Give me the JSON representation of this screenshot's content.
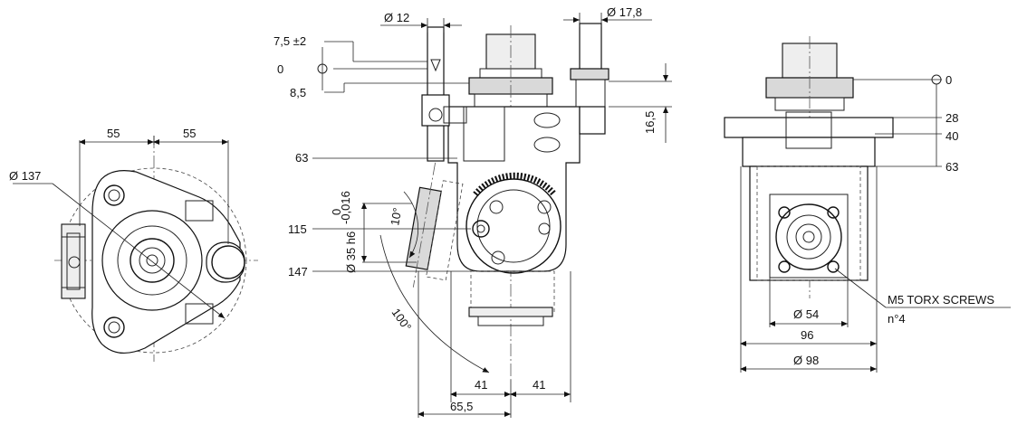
{
  "left_view": {
    "dim_left": "55",
    "dim_right": "55",
    "dim_diameter": "Ø 137"
  },
  "middle_view": {
    "dim_top_bore": "Ø 12",
    "dim_rod": "Ø 17,8",
    "dim_offset": "7,5 ±2",
    "dim_zero": "0",
    "dim_8_5": "8,5",
    "dim_16_5": "16,5",
    "dim_63": "63",
    "dim_115": "115",
    "dim_147": "147",
    "dim_shaft": "Ø 35 h6",
    "dim_tol_upper": "0",
    "dim_tol_lower": "-0,016",
    "dim_angle_small": "10°",
    "dim_angle_large": "100°",
    "dim_41_left": "41",
    "dim_41_right": "41",
    "dim_65_5": "65,5"
  },
  "right_view": {
    "dim_0": "0",
    "dim_28": "28",
    "dim_40": "40",
    "dim_63": "63",
    "dim_54": "Ø 54",
    "dim_96": "96",
    "dim_98": "Ø 98",
    "note_screws": "M5 TORX SCREWS",
    "note_count": "n°4"
  }
}
